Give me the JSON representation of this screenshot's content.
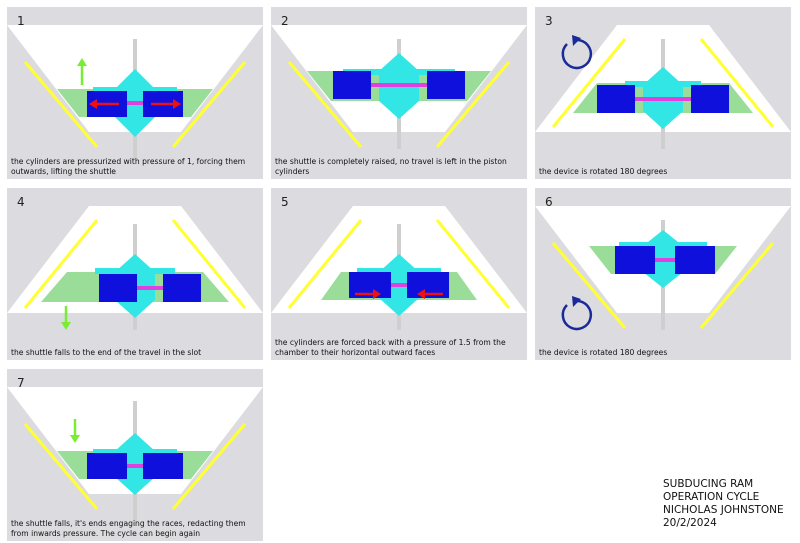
{
  "panels": [
    {
      "number": "1",
      "caption": "the cylinders are pressurized with pressure of 1, forcing them outwards, lifting the shuttle"
    },
    {
      "number": "2",
      "caption": "the shuttle is completely raised, no travel is left in the piston cylinders"
    },
    {
      "number": "3",
      "caption": "the device is rotated 180 degrees"
    },
    {
      "number": "4",
      "caption": "the shuttle falls to the end of the travel in the slot"
    },
    {
      "number": "5",
      "caption": "the cylinders are forced back with a pressure of 1.5 from the chamber to their horizontal outward faces"
    },
    {
      "number": "6",
      "caption": "the device is rotated 180 degrees"
    },
    {
      "number": "7",
      "caption": "the shuttle falls, it's ends engaging the races, redacting them from inwards pressure. The cycle can begin again"
    }
  ],
  "title_block": {
    "line1": "SUBDUCING RAM",
    "line2": "OPERATION CYCLE",
    "line3": "NICHOLAS JOHNSTONE",
    "line4": "20/2/2024"
  },
  "colors": {
    "panel_bg": "#dcdce0",
    "housing": "#ffffff",
    "rail": "#ffff33",
    "slot": "#cfcfcf",
    "chamber": "#99dd99",
    "shuttle": "#33e6e6",
    "cylinder": "#1010dd",
    "rod": "#e040e0",
    "pressure_arrow": "#ee1111",
    "motion_arrow": "#77ee33",
    "rotation_icon": "#1a2a99"
  }
}
